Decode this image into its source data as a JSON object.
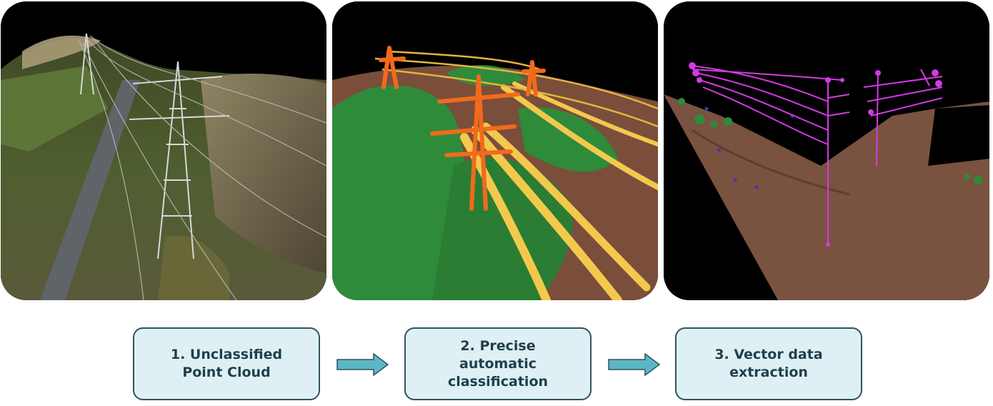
{
  "steps": [
    {
      "label": "1. Unclassified Point Cloud"
    },
    {
      "label": "2. Precise automatic classification"
    },
    {
      "label": "3. Vector data extraction"
    }
  ],
  "colors": {
    "box_fill": "#dff0f4",
    "box_border": "#2f5360",
    "box_text": "#1f3f4b",
    "arrow": "#5bb7c6",
    "vegetation": "#2e8b3a",
    "ground": "#7a4e3a",
    "conductor": "#f2c94c",
    "tower_classified": "#f26a1b",
    "vector": "#d23be3"
  }
}
